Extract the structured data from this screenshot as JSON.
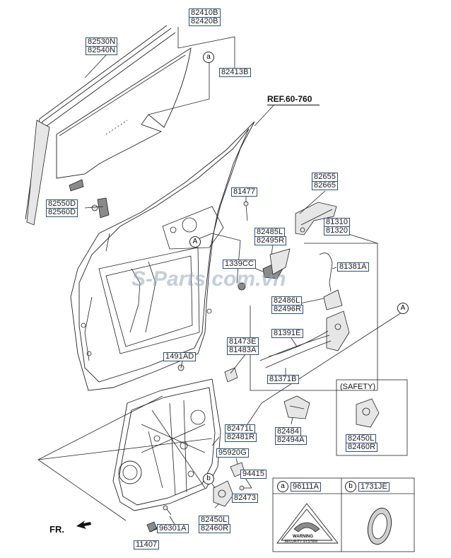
{
  "labels": {
    "p82410B": "82410B",
    "p82420B": "82420B",
    "p82530N": "82530N",
    "p82540N": "82540N",
    "p82413B": "82413B",
    "ref": "REF.60-760",
    "p82550D": "82550D",
    "p82560D": "82560D",
    "p82655": "82655",
    "p82665": "82665",
    "p81477": "81477",
    "p81310": "81310",
    "p81320": "81320",
    "p82485L": "82485L",
    "p82495R": "82495R",
    "p1339CC": "1339CC",
    "p81381A": "81381A",
    "p82486L": "82486L",
    "p82496R": "82496R",
    "p81391E": "81391E",
    "p81473E": "81473E",
    "p81483A": "81483A",
    "p1491AD": "1491AD",
    "p81371B": "81371B",
    "safety": "(SAFETY)",
    "p82484": "82484",
    "p82494A": "82494A",
    "p82450L_s": "82450L",
    "p82460R_s": "82460R",
    "p82471L": "82471L",
    "p82481R": "82481R",
    "p95920G": "95920G",
    "p94415": "94415",
    "p82473": "82473",
    "p82450L": "82450L",
    "p82460R": "82460R",
    "p96301A": "96301A",
    "p11407": "11407",
    "fr": "FR.",
    "p96111A": "96111A",
    "p1731JE": "1731JE"
  },
  "callouts": {
    "a": "a",
    "A": "A",
    "b": "b"
  },
  "watermark": "S-Parts.com.vn",
  "warning_sticker": {
    "line1": "WARNING",
    "line2": "SECURITY SYSTEM"
  }
}
